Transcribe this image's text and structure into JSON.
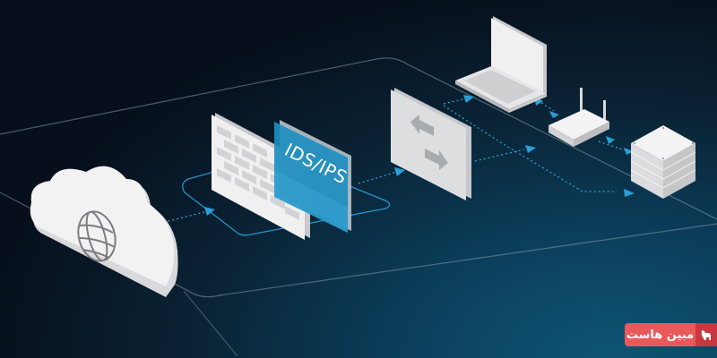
{
  "diagram": {
    "title_label": "IDS/IPS",
    "nodes": [
      {
        "id": "internet",
        "label": "Internet cloud",
        "icon": "globe-icon"
      },
      {
        "id": "firewall",
        "label": "Firewall",
        "icon": "brick-wall-icon"
      },
      {
        "id": "ids-ips",
        "label": "IDS/IPS"
      },
      {
        "id": "switch",
        "label": "Switch",
        "icon": "swap-arrows-icon"
      },
      {
        "id": "laptop",
        "label": "Laptop"
      },
      {
        "id": "router",
        "label": "Router"
      },
      {
        "id": "server",
        "label": "Server"
      }
    ],
    "edges": [
      {
        "from": "internet",
        "to": "firewall"
      },
      {
        "from": "ids-ips",
        "to": "switch"
      },
      {
        "from": "switch",
        "to": "laptop"
      },
      {
        "from": "switch",
        "to": "router"
      },
      {
        "from": "switch",
        "to": "server"
      },
      {
        "from": "laptop",
        "to": "router"
      },
      {
        "from": "router",
        "to": "server"
      }
    ]
  },
  "brand": {
    "name": "مبین هاست",
    "logo_icon": "elephant-icon"
  },
  "colors": {
    "accent": "#2a9fd8",
    "ids_panel": "#1d8ec0",
    "badge": "#e9595a",
    "badge_dark": "#c9383c"
  }
}
